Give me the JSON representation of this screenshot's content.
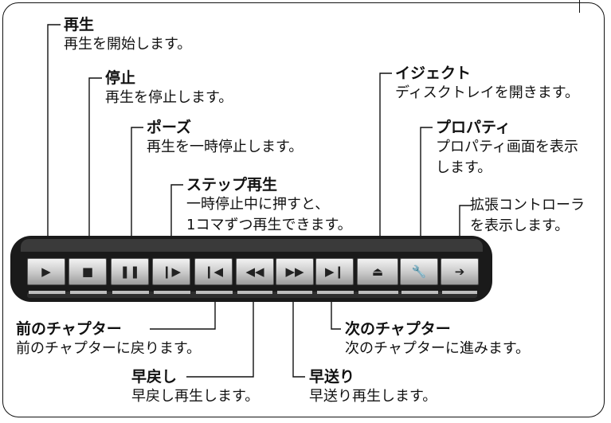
{
  "labels": {
    "play": {
      "title": "再生",
      "desc": [
        "再生を開始します。"
      ]
    },
    "stop": {
      "title": "停止",
      "desc": [
        "再生を停止します。"
      ]
    },
    "pause": {
      "title": "ポーズ",
      "desc": [
        "再生を一時停止します。"
      ]
    },
    "step": {
      "title": "ステップ再生",
      "desc": [
        "一時停止中に押すと、",
        "1コマずつ再生できます。"
      ]
    },
    "eject": {
      "title": "イジェクト",
      "desc": [
        "ディスクトレイを開きます。"
      ]
    },
    "property": {
      "title": "プロパティ",
      "desc": [
        "プロパティ画面を表示",
        "します。"
      ]
    },
    "expand": {
      "title": "",
      "desc": [
        "拡張コントローラ",
        "を表示します。"
      ]
    },
    "prev": {
      "title": "前のチャプター",
      "desc": [
        "前のチャプターに戻ります。"
      ]
    },
    "next": {
      "title": "次のチャプター",
      "desc": [
        "次のチャプターに進みます。"
      ]
    },
    "rewind": {
      "title": "早戻し",
      "desc": [
        "早戻し再生します。"
      ]
    },
    "ff": {
      "title": "早送り",
      "desc": [
        "早送り再生します。"
      ]
    }
  },
  "buttons": [
    {
      "name": "play",
      "icon": "play-icon",
      "glyph": "▶"
    },
    {
      "name": "stop",
      "icon": "stop-icon",
      "glyph": "■"
    },
    {
      "name": "pause",
      "icon": "pause-icon",
      "glyph": "❚❚"
    },
    {
      "name": "step",
      "icon": "step-icon",
      "glyph": "❙▶"
    },
    {
      "name": "prev",
      "icon": "prev-chapter-icon",
      "glyph": "❙◀"
    },
    {
      "name": "rewind",
      "icon": "rewind-icon",
      "glyph": "◀◀"
    },
    {
      "name": "ff",
      "icon": "fast-forward-icon",
      "glyph": "▶▶"
    },
    {
      "name": "next",
      "icon": "next-chapter-icon",
      "glyph": "▶❙"
    },
    {
      "name": "eject",
      "icon": "eject-icon",
      "glyph": "⏏"
    },
    {
      "name": "property",
      "icon": "wrench-icon",
      "glyph": "🔧"
    },
    {
      "name": "expand",
      "icon": "arrow-right-icon",
      "glyph": "➔"
    }
  ],
  "colors": {
    "bar": "#1a1a1a",
    "button": "#c8c8c8",
    "line": "#111111"
  }
}
